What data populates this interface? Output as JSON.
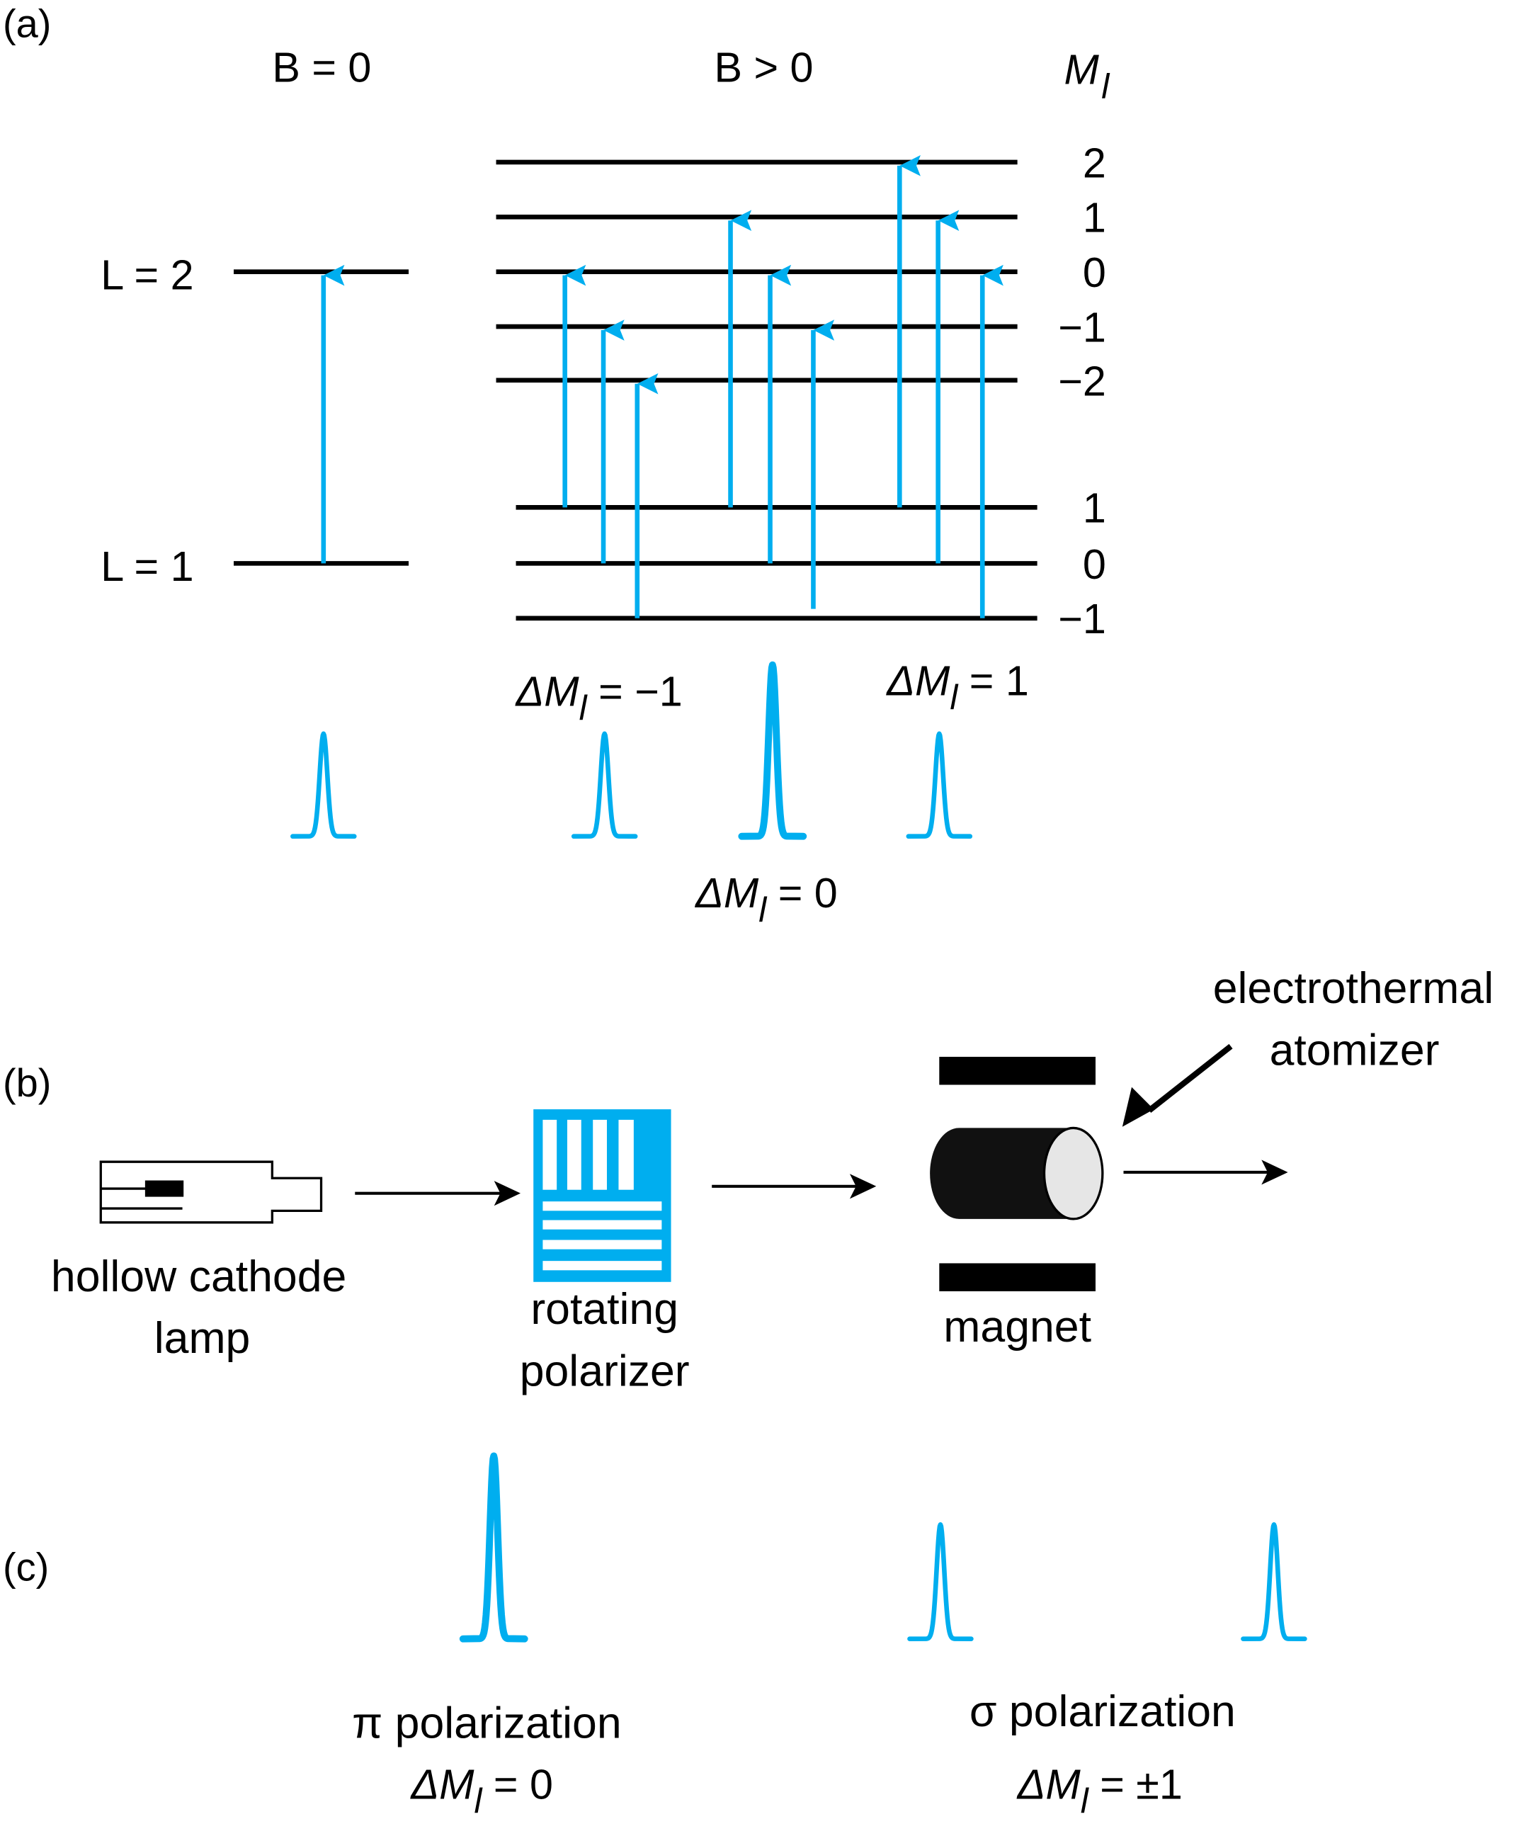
{
  "colors": {
    "accent": "#00aeef",
    "ink": "#000000",
    "atomizer_face": "#e6e6e6"
  },
  "panel_a": {
    "label": "(a)",
    "b_zero_label": "B = 0",
    "b_pos_label": "B > 0",
    "mi_header": "M",
    "mi_header_sub": "l",
    "l2_label": "L = 2",
    "l1_label": "L = 1",
    "upper_mi": [
      "2",
      "1",
      "0",
      "−1",
      "−2"
    ],
    "lower_mi": [
      "1",
      "0",
      "−1"
    ],
    "transitions": [
      {
        "group": "zero-field",
        "from": "L=1",
        "to": "L=2"
      },
      {
        "group": "dM=-1",
        "from_mi": 1,
        "to_mi": 0
      },
      {
        "group": "dM=-1",
        "from_mi": 0,
        "to_mi": -1
      },
      {
        "group": "dM=-1",
        "from_mi": -1,
        "to_mi": -2
      },
      {
        "group": "dM=0",
        "from_mi": 1,
        "to_mi": 1
      },
      {
        "group": "dM=0",
        "from_mi": 0,
        "to_mi": 0
      },
      {
        "group": "dM=0",
        "from_mi": -1,
        "to_mi": -1
      },
      {
        "group": "dM=+1",
        "from_mi": 1,
        "to_mi": 2
      },
      {
        "group": "dM=+1",
        "from_mi": 0,
        "to_mi": 1
      },
      {
        "group": "dM=+1",
        "from_mi": -1,
        "to_mi": 0
      }
    ],
    "delta_minus": {
      "prefix": "ΔM",
      "sub": "l",
      "rest": " = −1"
    },
    "delta_zero": {
      "prefix": "ΔM",
      "sub": "l",
      "rest": " = 0"
    },
    "delta_plus": {
      "prefix": "ΔM",
      "sub": "l",
      "rest": " = 1"
    },
    "peaks": [
      {
        "name": "zero-field",
        "relative_height": 1.0
      },
      {
        "name": "dM=-1",
        "relative_height": 1.0
      },
      {
        "name": "dM=0",
        "relative_height": 1.67
      },
      {
        "name": "dM=+1",
        "relative_height": 1.0
      }
    ]
  },
  "panel_b": {
    "label": "(b)",
    "lamp_label_line1": "hollow cathode",
    "lamp_label_line2": "lamp",
    "polarizer_label_line1": "rotating",
    "polarizer_label_line2": "polarizer",
    "magnet_label": "magnet",
    "atomizer_label_line1": "electrothermal",
    "atomizer_label_line2": "atomizer"
  },
  "panel_c": {
    "label": "(c)",
    "pi_label": "π polarization",
    "pi_delta": {
      "prefix": "ΔM",
      "sub": "l",
      "rest": " = 0"
    },
    "sigma_label": "σ polarization",
    "sigma_delta": {
      "prefix": "ΔM",
      "sub": "l",
      "rest": " = ±1"
    },
    "peaks": [
      {
        "name": "pi",
        "relative_height": 1.6
      },
      {
        "name": "sigma-minus",
        "relative_height": 1.0
      },
      {
        "name": "sigma-plus",
        "relative_height": 1.0
      }
    ]
  }
}
